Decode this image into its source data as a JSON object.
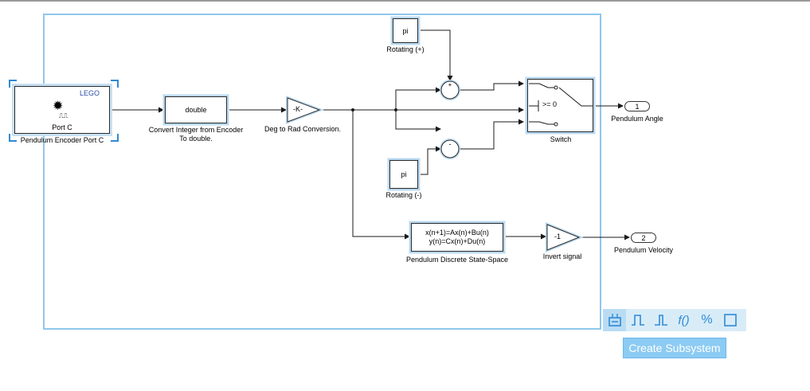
{
  "blocks": {
    "encoder": {
      "brand": "LEGO",
      "port": "Port C",
      "label": "Pendulum Encoder Port C"
    },
    "convert": {
      "text": "double",
      "label_line1": "Convert Integer from Encoder",
      "label_line2": "To double."
    },
    "gain": {
      "text": "-K-",
      "label": "Deg to Rad Conversion."
    },
    "pi_pos": {
      "text": "pi",
      "label": "Rotating (+)"
    },
    "pi_neg": {
      "text": "pi",
      "label": "Rotating (-)"
    },
    "sum_top": {
      "sign_a": "+",
      "sign_b": "+"
    },
    "sum_bottom": {
      "sign_a": "-",
      "sign_b": "+"
    },
    "switch": {
      "criterion": ">= 0",
      "label": "Switch"
    },
    "out1": {
      "number": "1",
      "label": "Pendulum Angle"
    },
    "statespace": {
      "line1": "x(n+1)=Ax(n)+Bu(n)",
      "line2": "y(n)=Cx(n)+Du(n)",
      "label": "Pendulum Discrete State-Space"
    },
    "invert": {
      "text": "-1",
      "label": "Invert signal"
    },
    "out2": {
      "number": "2",
      "label": "Pendulum Velocity"
    }
  },
  "toolbar": {
    "icons": [
      "subsystem-icon",
      "pulse-icon",
      "step-icon",
      "function-icon",
      "percent-icon",
      "square-icon"
    ],
    "function_glyph": "f()",
    "percent_glyph": "%"
  },
  "create_subsystem_label": "Create Subsystem",
  "colors": {
    "selection": "#8ec7ec",
    "toolbar_bg": "#d8ecf8",
    "button_bg": "#8ccbf3",
    "block_glow": "#b7d7ef"
  }
}
